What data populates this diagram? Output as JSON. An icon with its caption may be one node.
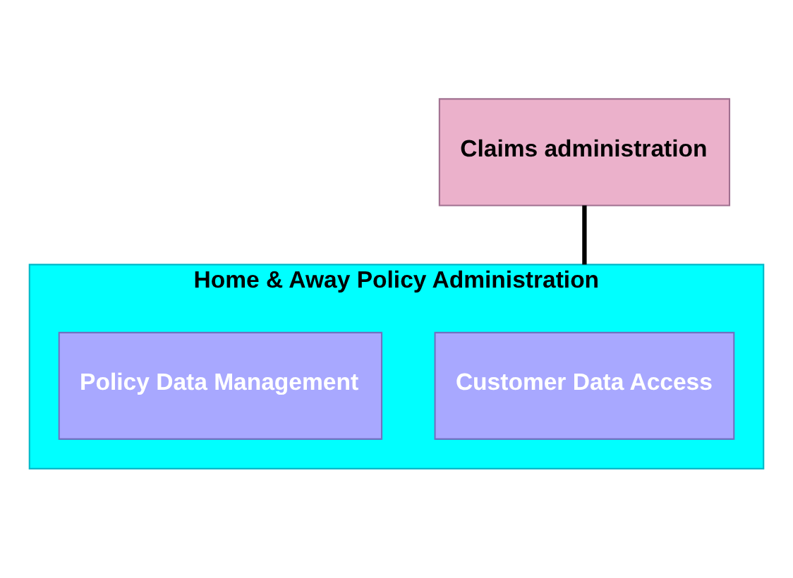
{
  "diagram": {
    "nodes": [
      {
        "text": [
          "Claims administration"
        ]
      },
      {
        "text": [
          "Home & Away Policy Administration"
        ]
      },
      {
        "text": [
          "Customer Data Access"
        ],
        "in": 1
      },
      {
        "text": [
          "Policy Data Management"
        ],
        "in": 1
      }
    ],
    "edges": [
      {
        "from": 0,
        "to": 1,
        "arrow": "none"
      }
    ]
  }
}
